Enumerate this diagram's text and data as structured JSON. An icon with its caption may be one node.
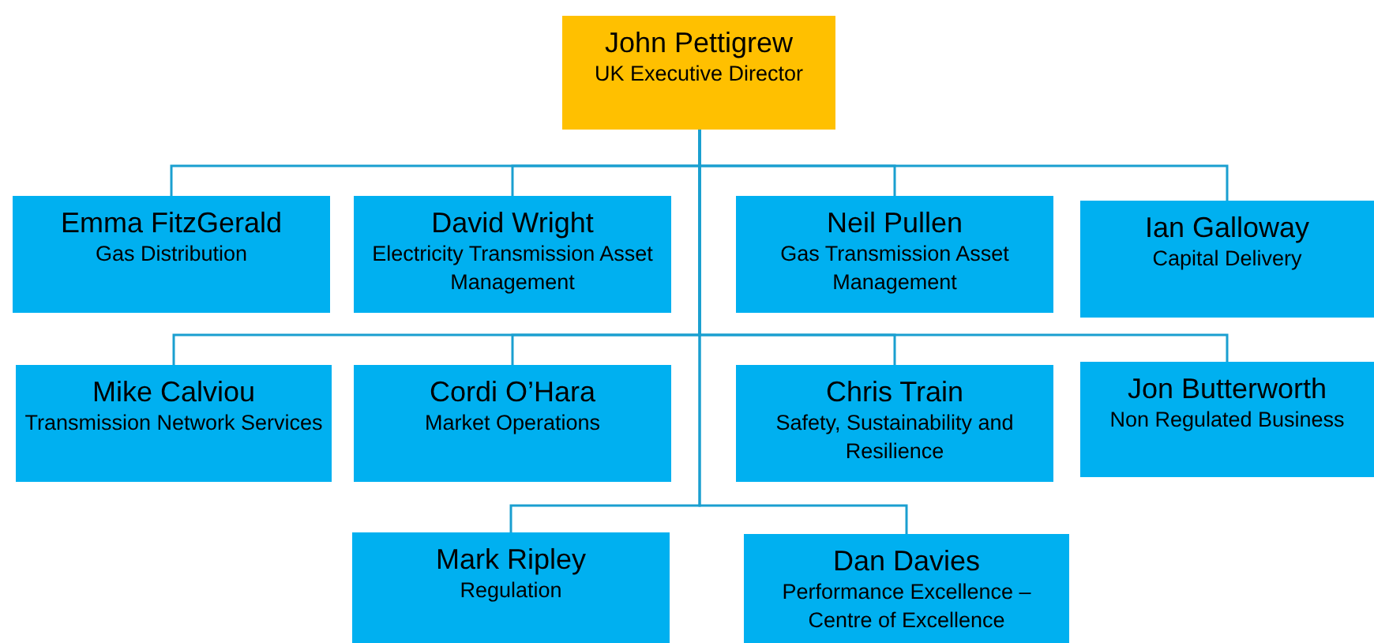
{
  "diagram": {
    "nodes": [
      {
        "text": [
          "John Pettigrew",
          "UK Executive Director"
        ]
      },
      {
        "text": [
          "Emma FitzGerald",
          "Gas Distribution"
        ]
      },
      {
        "text": [
          "David Wright",
          "Electricity Transmission Asset Management"
        ]
      },
      {
        "text": [
          "Neil Pullen",
          "Gas Transmission Asset Management"
        ]
      },
      {
        "text": [
          "Ian Galloway",
          "Capital Delivery"
        ]
      },
      {
        "text": [
          "Mike Calviou",
          "Transmission Network Services"
        ]
      },
      {
        "text": [
          "Cordi O’Hara",
          "Market Operations"
        ]
      },
      {
        "text": [
          "Chris Train",
          "Safety,  Sustainability and Resilience"
        ]
      },
      {
        "text": [
          "Jon Butterworth",
          "Non Regulated Business"
        ]
      },
      {
        "text": [
          "Mark Ripley",
          "Regulation"
        ]
      },
      {
        "text": [
          "Dan Davies",
          "Performance Excellence – Centre of Excellence"
        ]
      }
    ],
    "edges": [
      {
        "from": 0,
        "to": 1,
        "arrow": "none"
      },
      {
        "from": 0,
        "to": 2,
        "arrow": "none"
      },
      {
        "from": 0,
        "to": 3,
        "arrow": "none"
      },
      {
        "from": 0,
        "to": 4,
        "arrow": "none"
      },
      {
        "from": 0,
        "to": 5,
        "arrow": "none"
      },
      {
        "from": 0,
        "to": 6,
        "arrow": "none"
      },
      {
        "from": 0,
        "to": 7,
        "arrow": "none"
      },
      {
        "from": 0,
        "to": 8,
        "arrow": "none"
      },
      {
        "from": 0,
        "to": 9,
        "arrow": "none"
      },
      {
        "from": 0,
        "to": 10,
        "arrow": "none"
      }
    ]
  }
}
